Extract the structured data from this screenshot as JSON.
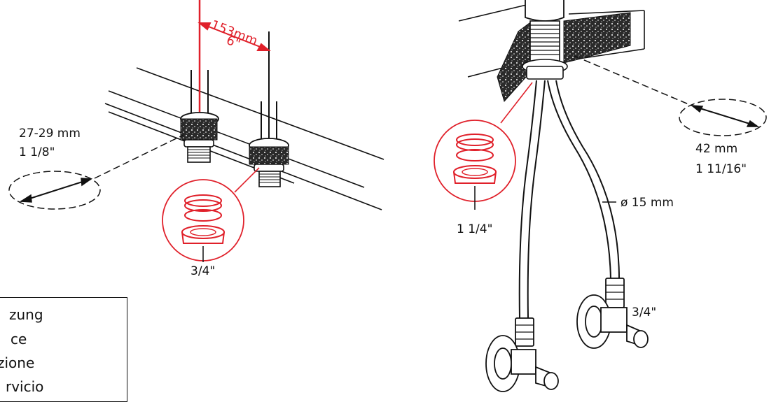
{
  "left_fixture": {
    "spacing_mm": "153mm",
    "spacing_in": "6\"",
    "hole_mm": "27-29 mm",
    "hole_in": "1 1/8\"",
    "thread": "3/4\""
  },
  "right_fixture": {
    "hole_mm": "42 mm",
    "hole_in": "1 11/16\"",
    "thread_top": "1 1/4\"",
    "hose_dia": "ø 15 mm",
    "thread_valve": "3/4\""
  },
  "legend": {
    "lines": [
      "zung",
      "ce",
      "zione",
      "rvicio"
    ]
  },
  "colors": {
    "accent": "#e0202a",
    "line": "#111111"
  }
}
